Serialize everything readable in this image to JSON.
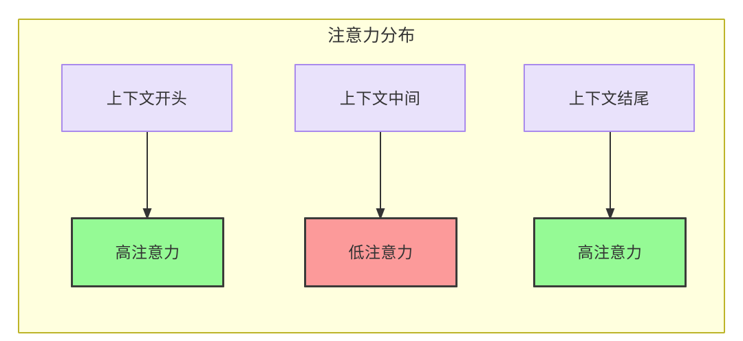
{
  "diagram": {
    "title": "注意力分布",
    "colors": {
      "cluster_background": "#ffffde",
      "cluster_border": "#bdb429",
      "context_fill": "#e9e2fb",
      "context_border": "#a98aec",
      "high_attention_fill": "#95fa95",
      "low_attention_fill": "#fc9a9a",
      "node_border": "#3b3b39",
      "text": "#333333",
      "edge": "#333333"
    },
    "context_nodes": [
      {
        "id": "context-start",
        "label": "上下文开头"
      },
      {
        "id": "context-middle",
        "label": "上下文中间"
      },
      {
        "id": "context-end",
        "label": "上下文结尾"
      }
    ],
    "attention_nodes": [
      {
        "id": "attention-high-start",
        "label": "高注意力",
        "level": "high"
      },
      {
        "id": "attention-low-middle",
        "label": "低注意力",
        "level": "low"
      },
      {
        "id": "attention-high-end",
        "label": "高注意力",
        "level": "high"
      }
    ],
    "edges": [
      {
        "from": "上下文开头",
        "to": "高注意力"
      },
      {
        "from": "上下文中间",
        "to": "低注意力"
      },
      {
        "from": "上下文结尾",
        "to": "高注意力"
      }
    ]
  }
}
